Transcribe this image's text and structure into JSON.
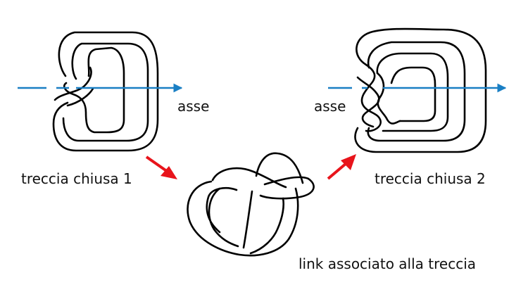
{
  "labels": {
    "braid1": "treccia chiusa 1",
    "braid2": "treccia chiusa 2",
    "axis_left": "asse",
    "axis_right": "asse",
    "link": "link associato alla treccia"
  },
  "colors": {
    "axis": "#1a7fc4",
    "arrow": "#e8141b",
    "strand": "#000000",
    "text": "#111111"
  }
}
